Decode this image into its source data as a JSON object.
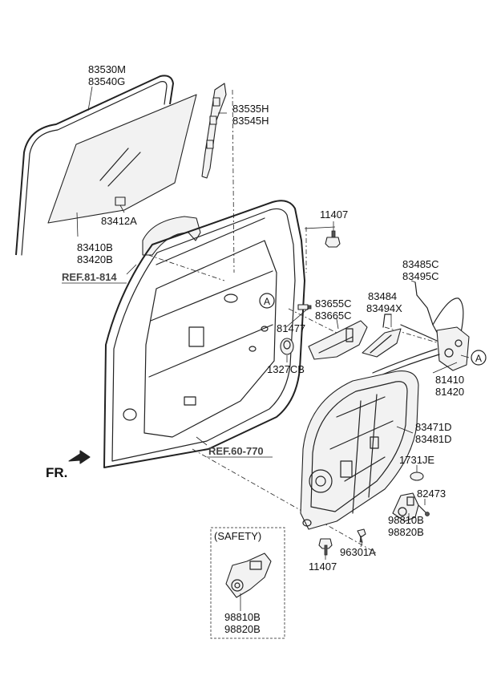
{
  "labels": {
    "window_run": [
      "83530M",
      "83540G"
    ],
    "channel": [
      "83535H",
      "83545H"
    ],
    "glass_holder": "83412A",
    "door_glass": [
      "83410B",
      "83420B"
    ],
    "ref_handle": "REF.81-814",
    "bolt_top": "11407",
    "cable_handle": [
      "83485C",
      "83495C"
    ],
    "lock_rod": [
      "83484",
      "83494X"
    ],
    "inner_handle": [
      "83655C",
      "83665C"
    ],
    "striker": "81477",
    "stopper": "1327CB",
    "latch": [
      "81410",
      "81420"
    ],
    "regulator": [
      "83471D",
      "83481D"
    ],
    "ref_door": "REF.60-770",
    "plug": "1731JE",
    "screw": "82473",
    "motor": [
      "98810B",
      "98820B"
    ],
    "clip": "96301A",
    "bolt_bottom": "11407",
    "safety_title": "(SAFETY)",
    "safety_motor": [
      "98810B",
      "98820B"
    ],
    "direction": "FR.",
    "callout": "A"
  }
}
